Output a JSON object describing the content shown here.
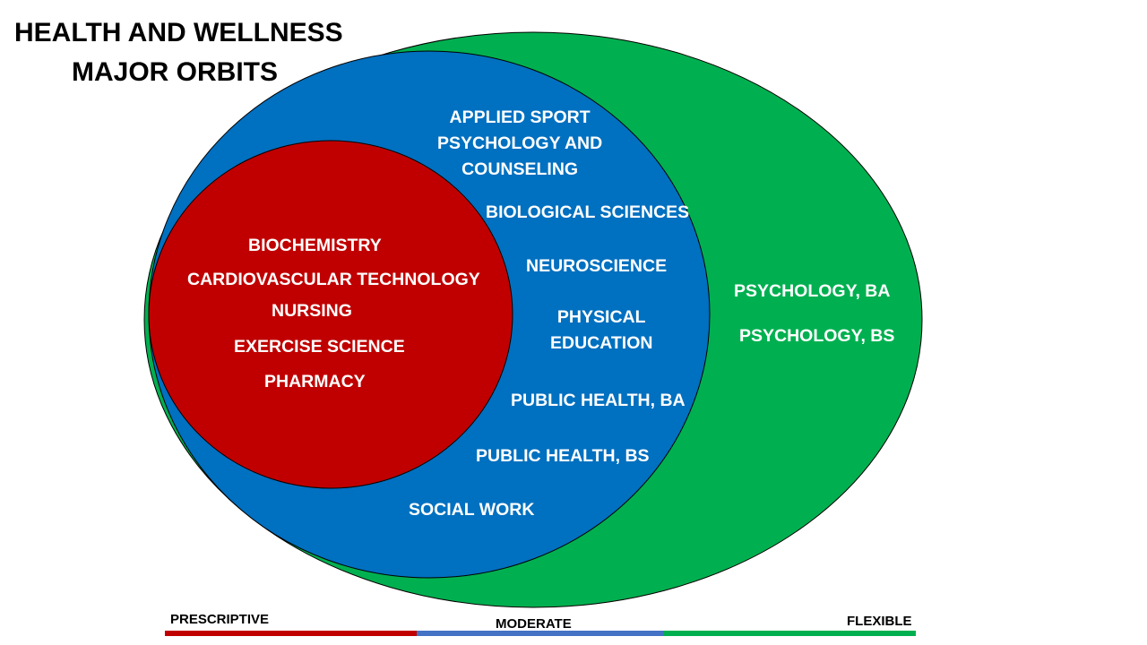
{
  "title": {
    "line1": "HEALTH AND WELLNESS",
    "line2": "MAJOR ORBITS"
  },
  "orbits": {
    "prescriptive": {
      "color": "#c00000",
      "majors": [
        "BIOCHEMISTRY",
        "CARDIOVASCULAR TECHNOLOGY",
        "NURSING",
        "EXERCISE SCIENCE",
        "PHARMACY"
      ]
    },
    "moderate": {
      "color": "#0070c0",
      "majors": [
        "APPLIED SPORT\nPSYCHOLOGY AND\nCOUNSELING",
        "BIOLOGICAL SCIENCES",
        "NEUROSCIENCE",
        "PHYSICAL\nEDUCATION",
        "PUBLIC HEALTH, BA",
        "PUBLIC HEALTH, BS",
        "SOCIAL WORK"
      ]
    },
    "flexible": {
      "color": "#00b050",
      "majors": [
        "PSYCHOLOGY, BA",
        "PSYCHOLOGY, BS"
      ]
    }
  },
  "scale": {
    "prescriptive": {
      "label": "PRESCRIPTIVE",
      "color": "#c00000"
    },
    "moderate": {
      "label": "MODERATE",
      "color": "#4472c4"
    },
    "flexible": {
      "label": "FLEXIBLE",
      "color": "#00b050"
    }
  }
}
